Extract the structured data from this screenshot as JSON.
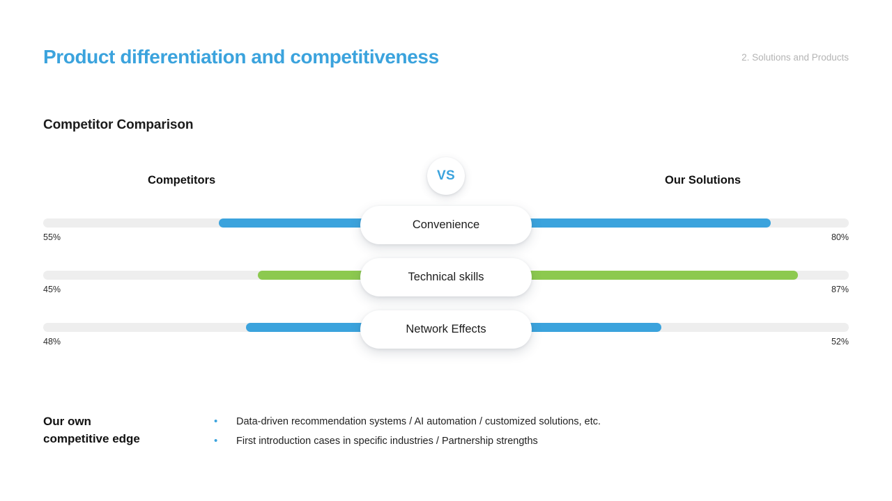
{
  "header": {
    "title": "Product differentiation and competitiveness",
    "section_tag": "2. Solutions and Products",
    "title_color": "#3ba3dd",
    "tag_color": "#b4b4b4"
  },
  "body": {
    "sub_heading": "Competitor Comparison",
    "left_column_label": "Competitors",
    "right_column_label": "Our Solutions",
    "vs_label": "VS"
  },
  "chart_data": {
    "type": "bar",
    "title": "Competitor Comparison",
    "orientation": "horizontal-diverging",
    "categories": [
      "Convenience",
      "Technical skills",
      "Network Effects"
    ],
    "xlabel": "",
    "ylabel": "",
    "xlim": [
      0,
      100
    ],
    "grid": false,
    "legend_position": "top",
    "series": [
      {
        "name": "Competitors",
        "side": "left",
        "values": [
          55,
          45,
          48
        ],
        "value_labels": [
          "55%",
          "45%",
          "48%"
        ]
      },
      {
        "name": "Our Solutions",
        "side": "right",
        "values": [
          80,
          87,
          52
        ],
        "value_labels": [
          "80%",
          "87%",
          "52%"
        ]
      }
    ],
    "colors": {
      "blue": "#3ba3dd",
      "green": "#8cc94f",
      "track": "#eeeeee"
    },
    "row_colors": [
      "#3ba3dd",
      "#8cc94f",
      "#3ba3dd"
    ]
  },
  "rows": [
    {
      "label": "Convenience",
      "color": "#3ba3dd",
      "left_value": 55,
      "left_label": "55%",
      "right_value": 80,
      "right_label": "80%"
    },
    {
      "label": "Technical skills",
      "color": "#8cc94f",
      "left_value": 45,
      "left_label": "45%",
      "right_value": 87,
      "right_label": "87%"
    },
    {
      "label": "Network Effects",
      "color": "#3ba3dd",
      "left_value": 48,
      "left_label": "48%",
      "right_value": 52,
      "right_label": "52%"
    }
  ],
  "footer": {
    "edge_title_line1": "Our own",
    "edge_title_line2": "competitive edge",
    "bullet_glyph": "•",
    "bullet_color": "#3ba3dd",
    "items": [
      "Data-driven recommendation systems / AI automation / customized solutions, etc.",
      "First introduction cases in specific industries / Partnership strengths"
    ]
  }
}
